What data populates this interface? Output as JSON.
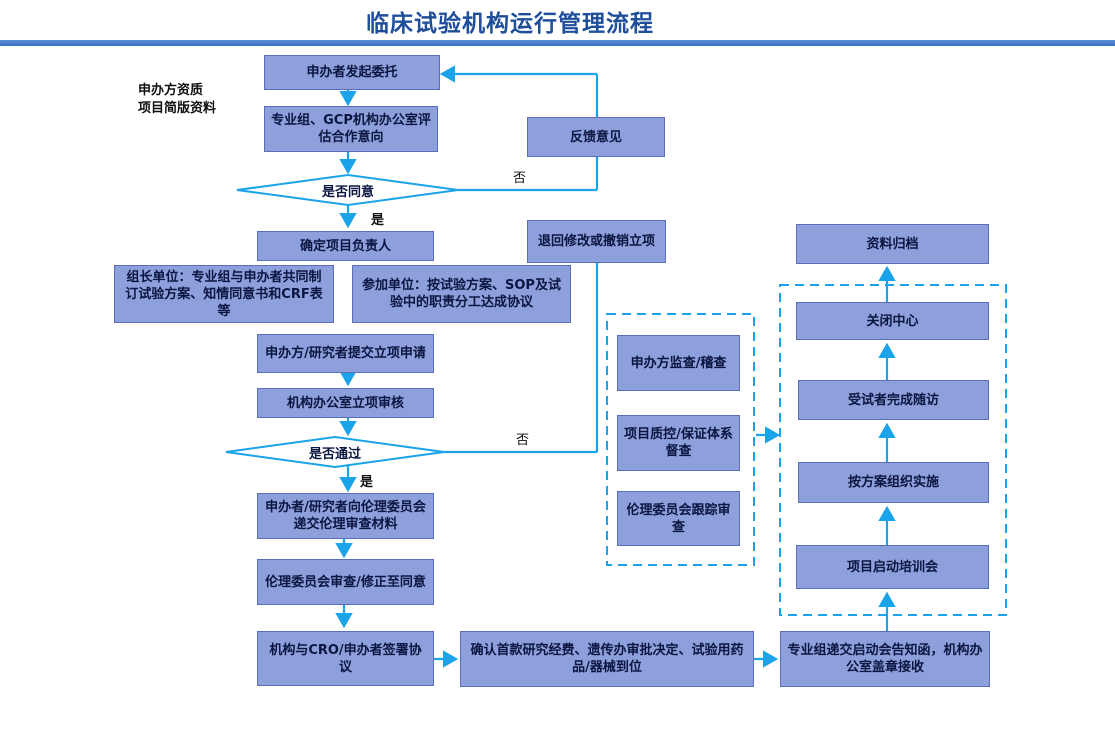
{
  "title": "临床试验机构运行管理流程",
  "note": {
    "line1": "申办方资质",
    "line2": "项目简版资料"
  },
  "steps": {
    "initiate": "申办者发起委托",
    "evaluate": "专业组、GCP机构办公室评估合作意向",
    "agree_decision": "是否同意",
    "confirm_pi": "确定项目负责人",
    "leader_unit": "组长单位：专业组与申办者共同制订试验方案、知情同意书和CRF表等",
    "participant_unit": "参加单位：按试验方案、SOP及试验中的职责分工达成协议",
    "submit_application": "申办方/研究者提交立项申请",
    "office_review": "机构办公室立项审核",
    "pass_decision": "是否通过",
    "ethics_submit": "申办者/研究者向伦理委员会递交伦理审查材料",
    "ethics_review": "伦理委员会审查/修正至同意",
    "sign_agreement": "机构与CRO/申办者签署协议",
    "confirm_funds": "确认首款研究经费、遗传办审批决定、试验用药品/器械到位",
    "kickoff_letter": "专业组递交启动会告知函，机构办公室盖章接收",
    "feedback": "反馈意见",
    "return_revise": "退回修改或撤销立项"
  },
  "labels": {
    "no_1": "否",
    "yes_1": "是",
    "no_2": "否",
    "yes_2": "是"
  },
  "oversight": {
    "sponsor_monitor": "申办方监查/稽查",
    "quality_control": "项目质控/保证体系督查",
    "ethics_tracking": "伦理委员会跟踪审查"
  },
  "execution": {
    "archive": "资料归档",
    "close_center": "关闭中心",
    "subject_followup": "受试者完成随访",
    "implement_protocol": "按方案组织实施",
    "kickoff_training": "项目启动培训会"
  },
  "colors": {
    "box_fill": "#8ea0dc",
    "arrow": "#1aa3e8",
    "title": "#1f4e9a",
    "dashed": "#1aa3e8"
  }
}
